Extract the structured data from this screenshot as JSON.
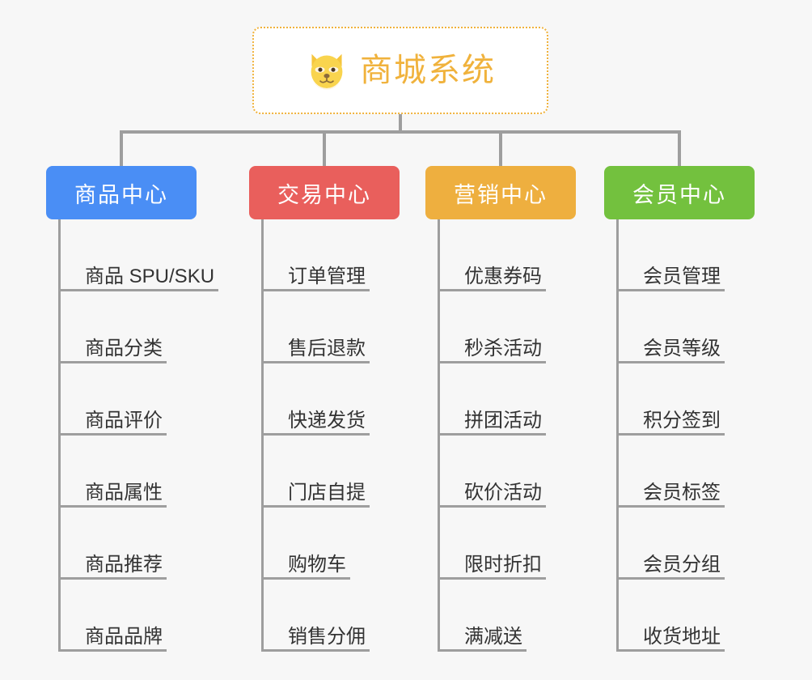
{
  "root": {
    "title": "商城系统",
    "icon": "shiba-dog-emoji",
    "border_color": "#f0b23c",
    "text_color": "#f0b23c",
    "background": "#ffffff"
  },
  "canvas": {
    "background": "#f7f7f7",
    "connector_color": "#9e9e9e"
  },
  "branches": [
    {
      "label": "商品中心",
      "color": "#4a8ef5",
      "leaves": [
        "商品 SPU/SKU",
        "商品分类",
        "商品评价",
        "商品属性",
        "商品推荐",
        "商品品牌"
      ]
    },
    {
      "label": "交易中心",
      "color": "#e95f5c",
      "leaves": [
        "订单管理",
        "售后退款",
        "快递发货",
        "门店自提",
        "购物车",
        "销售分佣"
      ]
    },
    {
      "label": "营销中心",
      "color": "#eeaf3f",
      "leaves": [
        "优惠券码",
        "秒杀活动",
        "拼团活动",
        "砍价活动",
        "限时折扣",
        "满减送"
      ]
    },
    {
      "label": "会员中心",
      "color": "#73c13e",
      "leaves": [
        "会员管理",
        "会员等级",
        "积分签到",
        "会员标签",
        "会员分组",
        "收货地址"
      ]
    }
  ]
}
